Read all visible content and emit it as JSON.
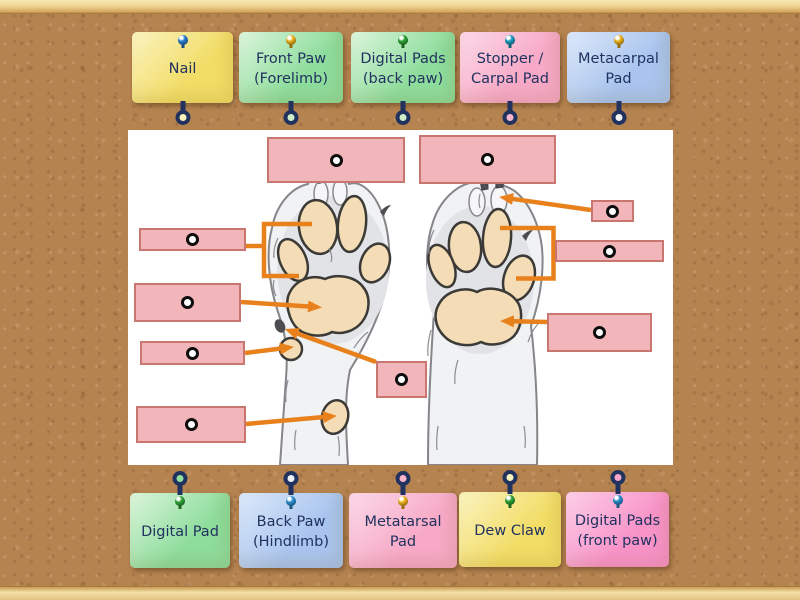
{
  "board": {
    "cork_color": "#b5834f",
    "wood_light": "#f2dfa5",
    "wood_dark": "#9d7035"
  },
  "palette": {
    "orange": "#e8811c",
    "box_fill": "#f2b5b9",
    "box_border": "#c8766f",
    "navy": "#22325f",
    "panel": "#ffffff",
    "pad_fill": "#f4ddb6",
    "pad_outline": "#3b3a36"
  },
  "labels_top": [
    {
      "text": "Nail",
      "bg": "#f2dd66",
      "bg_light": "#faf3c0",
      "pin": "#2b7fd0",
      "ring": "#f6f2ba"
    },
    {
      "text": "Front Paw\n(Forelimb)",
      "bg": "#8edd9c",
      "bg_light": "#dcf5dc",
      "pin": "#eeb41e",
      "ring": "#cdeec8"
    },
    {
      "text": "Digital Pads\n(back paw)",
      "bg": "#8edd9c",
      "bg_light": "#dcf5dc",
      "pin": "#2ea437",
      "ring": "#cdeec8"
    },
    {
      "text": "Stopper /\nCarpal Pad",
      "bg": "#f7a9c6",
      "bg_light": "#fcd9e8",
      "pin": "#1f9bc0",
      "ring": "#f8b6cc"
    },
    {
      "text": "Metacarpal\nPad",
      "bg": "#a9c5ee",
      "bg_light": "#dce8fa",
      "pin": "#eeb41e",
      "ring": "#f0f2f4"
    }
  ],
  "labels_bottom": [
    {
      "text": "Digital Pad",
      "bg": "#8edd9c",
      "bg_light": "#dcf5dc",
      "pin": "#2ea437",
      "ring": "#90e0a0"
    },
    {
      "text": "Back Paw\n(Hindlimb)",
      "bg": "#a9c5ee",
      "bg_light": "#dce8fa",
      "pin": "#2b8fd0",
      "ring": "#eef2f8"
    },
    {
      "text": "Metatarsal\nPad",
      "bg": "#f7a9c6",
      "bg_light": "#fcd9e8",
      "pin": "#eeb41e",
      "ring": "#f8b6cc"
    },
    {
      "text": "Dew Claw",
      "bg": "#f2dd66",
      "bg_light": "#faf3c0",
      "pin": "#2ea437",
      "ring": "#f6f2ba"
    },
    {
      "text": "Digital Pads\n(front paw)",
      "bg": "#f893c8",
      "bg_light": "#fcd0e8",
      "pin": "#2b8fd0",
      "ring": "#f8a8cc"
    }
  ],
  "slots": {
    "count": 10,
    "marker": "circle"
  }
}
